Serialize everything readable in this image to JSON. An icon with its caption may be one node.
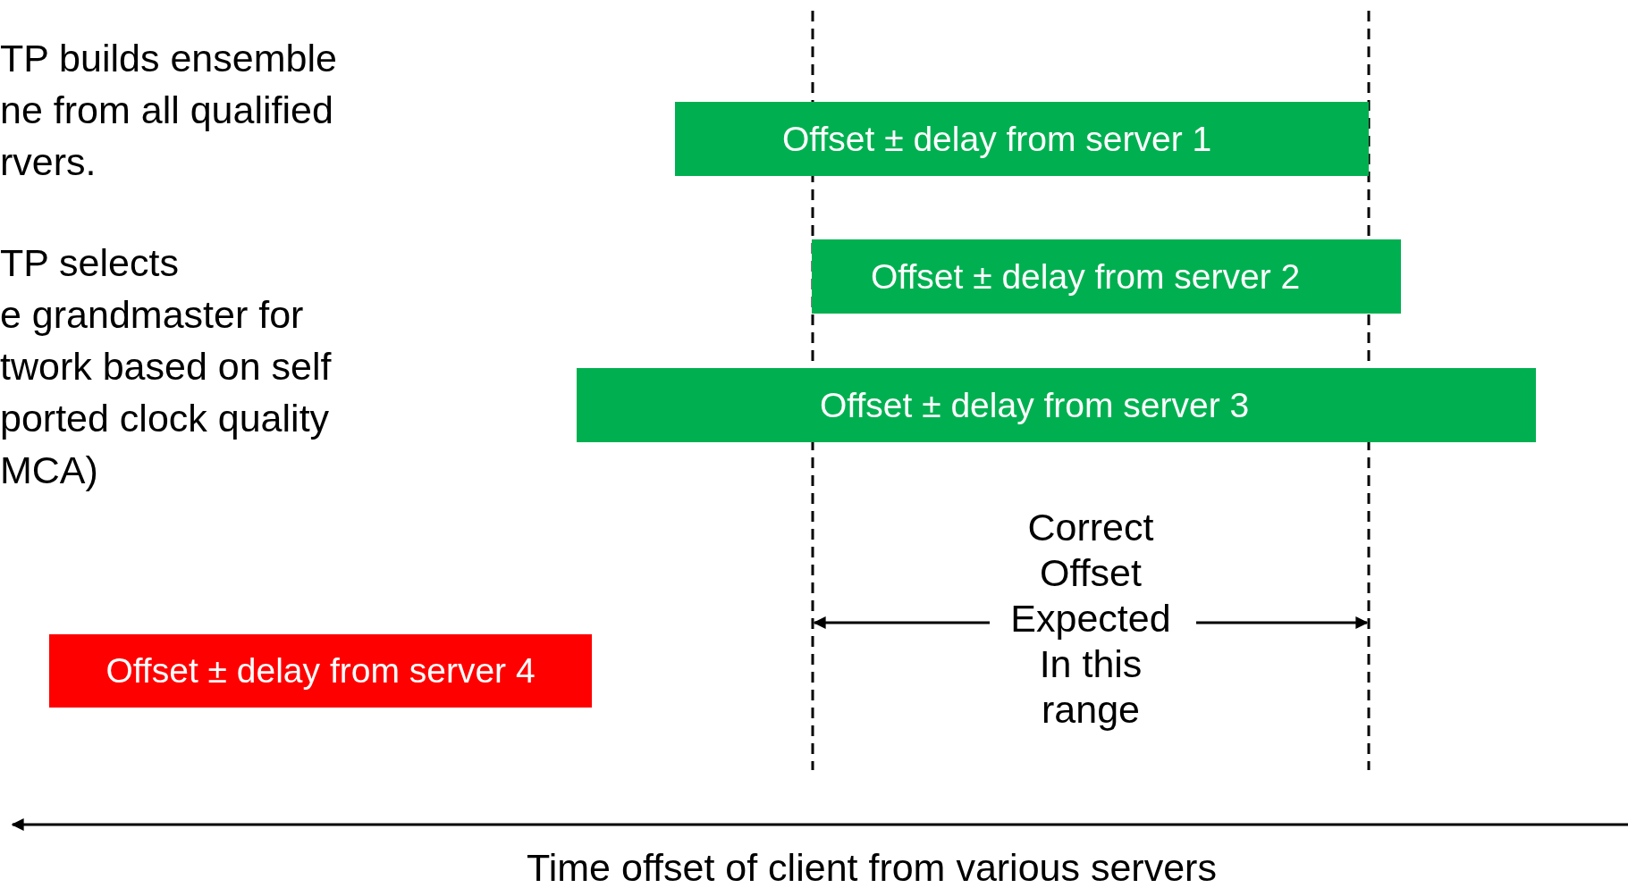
{
  "diagram": {
    "nodes": [
      {
        "text": [
          "Offset ± delay from server 1"
        ]
      },
      {
        "text": [
          "Offset ± delay from server 2"
        ]
      },
      {
        "text": [
          "Offset ± delay from server 3"
        ]
      },
      {
        "text": [
          "Offset ± delay from server 4"
        ]
      }
    ],
    "edges": [],
    "labels": [
      "TP builds ensemble ne from all qualified rvers.",
      "TP selects e grandmaster for twork based on self ported clock quality MCA)",
      "Correct Offset Expected In this range",
      "Time offset of client from various servers"
    ]
  }
}
